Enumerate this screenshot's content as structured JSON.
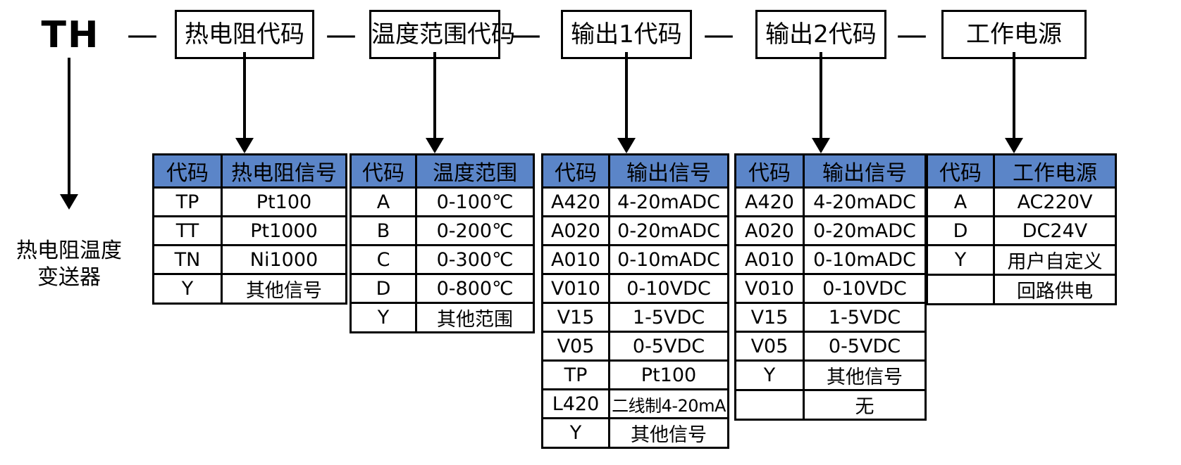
{
  "model": {
    "prefix": "TH",
    "separator": "—",
    "segments": [
      {
        "label": "热电阻代码"
      },
      {
        "label": "温度范围代码"
      },
      {
        "label": "输出1代码"
      },
      {
        "label": "输出2代码"
      },
      {
        "label": "工作电源"
      }
    ]
  },
  "product_name_line1": "热电阻温度",
  "product_name_line2": "变送器",
  "colors": {
    "header_blue": "#5B85C8",
    "border_black": "#000000",
    "background": "#FFFFFF"
  },
  "tables": [
    {
      "id": "rtd-code-table",
      "headers": [
        "代码",
        "热电阻信号"
      ],
      "rows": [
        [
          "TP",
          "Pt100"
        ],
        [
          "TT",
          "Pt1000"
        ],
        [
          "TN",
          "Ni1000"
        ],
        [
          "Y",
          "其他信号"
        ]
      ]
    },
    {
      "id": "temp-range-table",
      "headers": [
        "代码",
        "温度范围"
      ],
      "rows": [
        [
          "A",
          "0-100℃"
        ],
        [
          "B",
          "0-200℃"
        ],
        [
          "C",
          "0-300℃"
        ],
        [
          "D",
          "0-800℃"
        ],
        [
          "Y",
          "其他范围"
        ]
      ]
    },
    {
      "id": "output1-table",
      "headers": [
        "代码",
        "输出信号"
      ],
      "rows": [
        [
          "A420",
          "4-20mADC"
        ],
        [
          "A020",
          "0-20mADC"
        ],
        [
          "A010",
          "0-10mADC"
        ],
        [
          "V010",
          "0-10VDC"
        ],
        [
          "V15",
          "1-5VDC"
        ],
        [
          "V05",
          "0-5VDC"
        ],
        [
          "TP",
          "Pt100"
        ],
        [
          "L420",
          "二线制4-20mA"
        ],
        [
          "Y",
          "其他信号"
        ]
      ]
    },
    {
      "id": "output2-table",
      "headers": [
        "代码",
        "输出信号"
      ],
      "rows": [
        [
          "A420",
          "4-20mADC"
        ],
        [
          "A020",
          "0-20mADC"
        ],
        [
          "A010",
          "0-10mADC"
        ],
        [
          "V010",
          "0-10VDC"
        ],
        [
          "V15",
          "1-5VDC"
        ],
        [
          "V05",
          "0-5VDC"
        ],
        [
          "Y",
          "其他信号"
        ],
        [
          "",
          "无"
        ]
      ]
    },
    {
      "id": "power-supply-table",
      "headers": [
        "代码",
        "工作电源"
      ],
      "rows": [
        [
          "A",
          "AC220V"
        ],
        [
          "D",
          "DC24V"
        ],
        [
          "Y",
          "用户自定义"
        ],
        [
          "",
          "回路供电"
        ]
      ]
    }
  ]
}
